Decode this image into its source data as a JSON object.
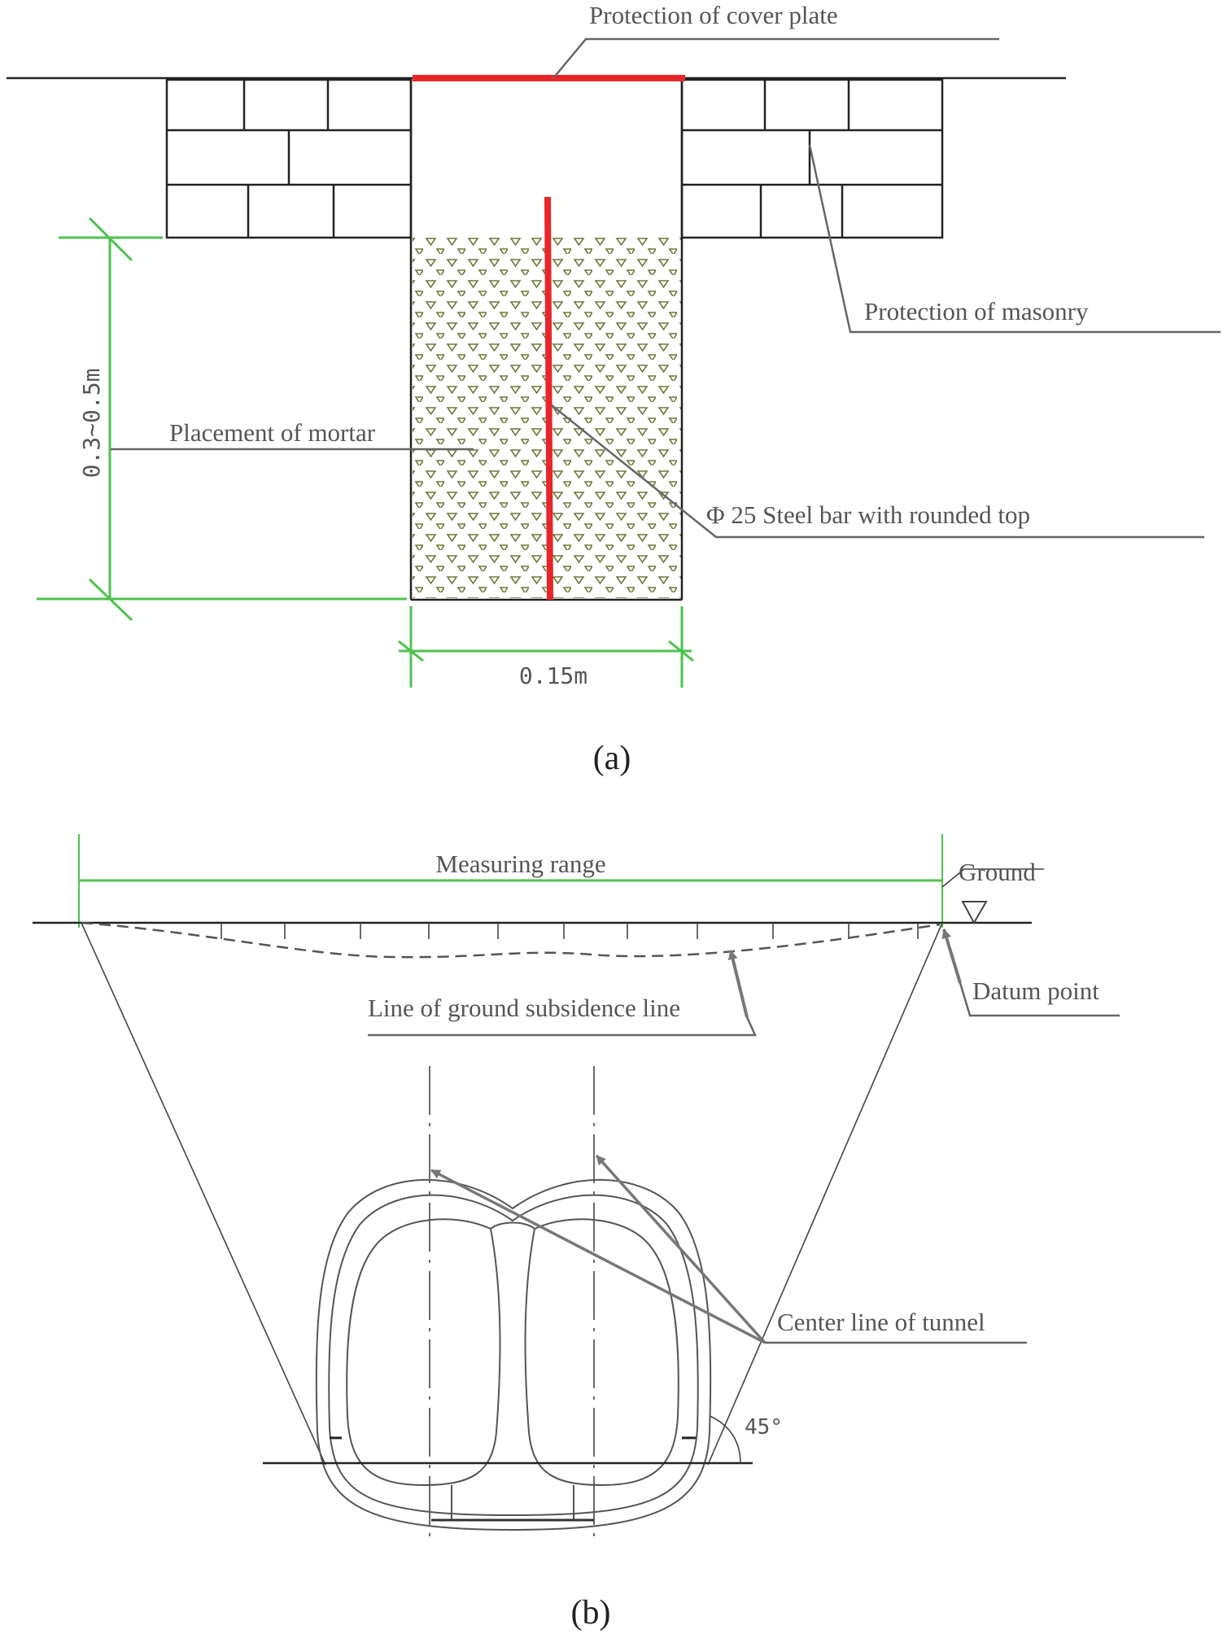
{
  "panel_a": {
    "caption": "(a)",
    "labels": {
      "cover_plate": "Protection of cover plate",
      "masonry": "Protection of masonry",
      "mortar": "Placement of mortar",
      "steel_bar": "Φ 25 Steel bar with rounded top"
    },
    "dimensions": {
      "depth": "0.3~0.5m",
      "width": "0.15m"
    },
    "colors": {
      "marker": "#e8262a",
      "dimension": "#4ec24e"
    }
  },
  "panel_b": {
    "caption": "(b)",
    "labels": {
      "measuring_range": "Measuring range",
      "ground": "Ground",
      "datum_point": "Datum point",
      "subsidence_line": "Line of ground subsidence line",
      "center_line": "Center line of tunnel"
    },
    "angle": "45°"
  }
}
